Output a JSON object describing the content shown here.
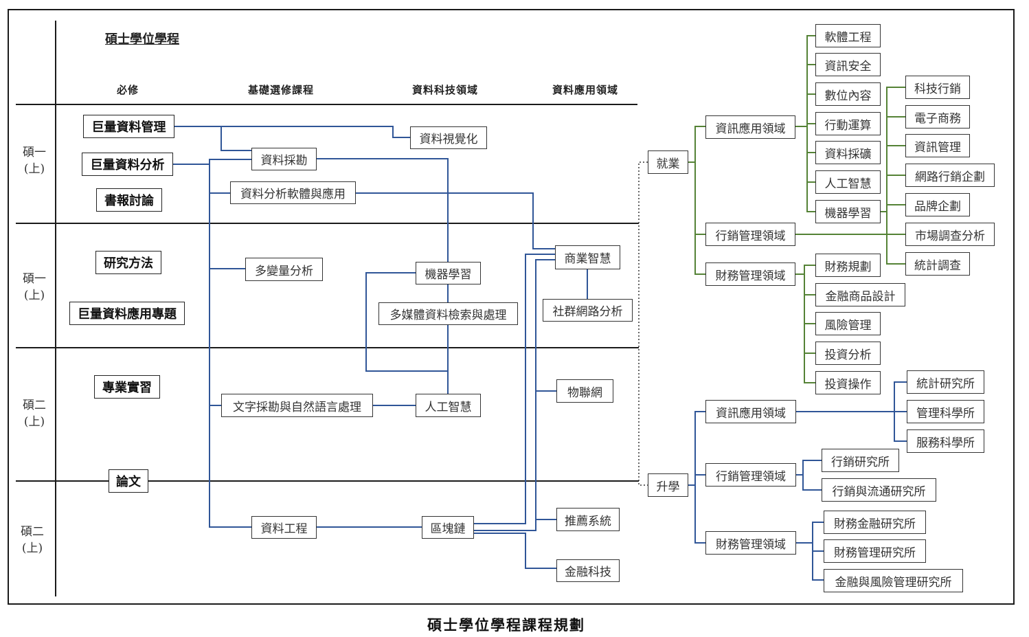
{
  "program_title": "碩士學位學程",
  "caption": "碩士學位學程課程規劃",
  "column_headers": {
    "required": "必修",
    "foundation": "基礎選修課程",
    "tech": "資料科技領域",
    "application": "資料應用領域"
  },
  "semesters": [
    {
      "line1": "碩一",
      "line2": "(上)"
    },
    {
      "line1": "碩一",
      "line2": "(上)"
    },
    {
      "line1": "碩二",
      "line2": "(上)"
    },
    {
      "line1": "碩二",
      "line2": "(上)"
    }
  ],
  "required_courses": {
    "big_data_mgmt": "巨量資料管理",
    "big_data_analysis": "巨量資料分析",
    "seminar": "書報討論",
    "research_methods": "研究方法",
    "big_data_project": "巨量資料應用專題",
    "internship": "專業實習",
    "thesis": "論文"
  },
  "foundation_courses": {
    "data_mining": "資料採勘",
    "analysis_software": "資料分析軟體與應用",
    "multivariate": "多變量分析",
    "text_mining": "文字採勘與自然語言處理",
    "data_engineering": "資料工程"
  },
  "tech_courses": {
    "visualization": "資料視覺化",
    "machine_learning": "機器學習",
    "multimedia": "多媒體資料檢索與處理",
    "ai": "人工智慧",
    "blockchain": "區塊鏈"
  },
  "application_courses": {
    "business_intelligence": "商業智慧",
    "social_network": "社群網路分析",
    "iot": "物聯網",
    "recommender": "推薦系統",
    "fintech": "金融科技"
  },
  "careers": {
    "employment": "就業",
    "further_study": "升學",
    "emp_info": "資訊應用領域",
    "emp_marketing": "行銷管理領域",
    "emp_finance": "財務管理領域",
    "emp_info_jobs": [
      "軟體工程",
      "資訊安全",
      "數位內容",
      "行動運算",
      "資料採礦",
      "人工智慧",
      "機器學習"
    ],
    "emp_marketing_jobs": [
      "科技行銷",
      "電子商務",
      "資訊管理",
      "網路行銷企劃",
      "品牌企劃",
      "市場調查分析",
      "統計調查"
    ],
    "emp_finance_jobs": [
      "財務規劃",
      "金融商品設計",
      "風險管理",
      "投資分析",
      "投資操作"
    ],
    "study_info": "資訊應用領域",
    "study_marketing": "行銷管理領域",
    "study_finance": "財務管理領域",
    "study_info_inst": [
      "統計研究所",
      "管理科學所",
      "服務科學所"
    ],
    "study_marketing_inst": [
      "行銷研究所",
      "行銷與流通研究所"
    ],
    "study_finance_inst": [
      "財務金融研究所",
      "財務管理研究所",
      "金融與風險管理研究所"
    ]
  },
  "colors": {
    "course_link": "#2f5597",
    "career_link": "#548235",
    "grid": "#1a1a1a"
  }
}
